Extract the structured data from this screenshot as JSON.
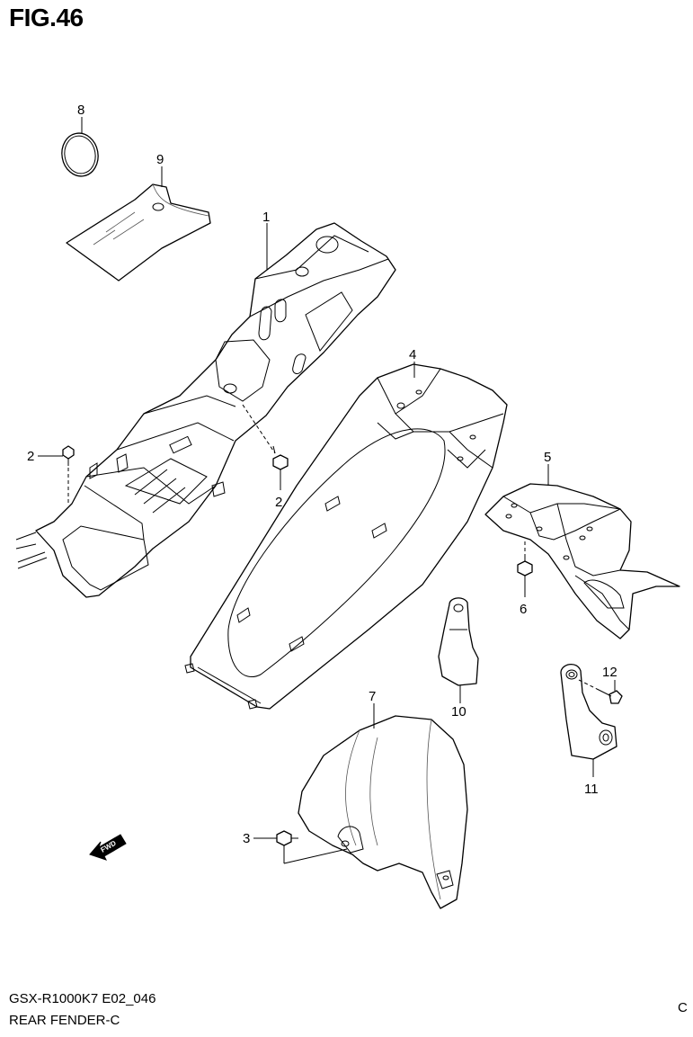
{
  "figure": {
    "title": "FIG.46"
  },
  "footer": {
    "model_code": "GSX-R1000K7 E02_046",
    "section_name": "REAR FENDER-C",
    "right_mark": "C"
  },
  "callouts": {
    "p1": "1",
    "p2a": "2",
    "p2b": "2",
    "p3": "3",
    "p4": "4",
    "p5": "5",
    "p6": "6",
    "p7": "7",
    "p8": "8",
    "p9": "9",
    "p10": "10",
    "p11": "11",
    "p12": "12"
  },
  "fwd_arrow": {
    "label": "FWD",
    "icon": "fwd-arrow-icon"
  }
}
